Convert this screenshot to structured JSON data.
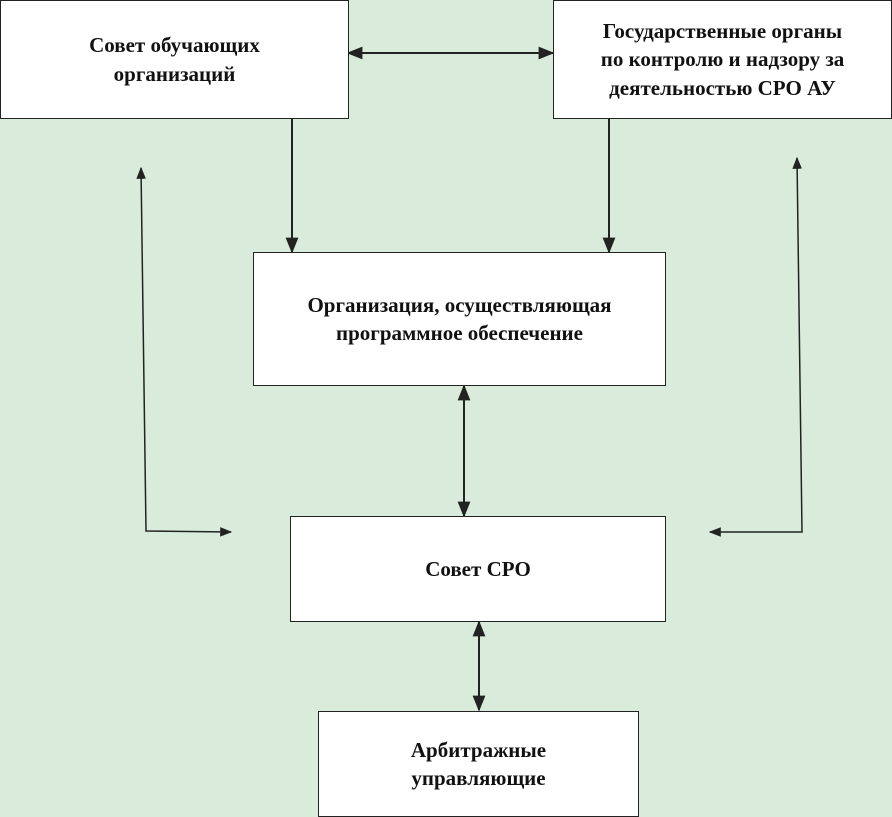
{
  "colors": {
    "background": "#d9ecdc",
    "box_fill": "#ffffff",
    "stroke": "#222222"
  },
  "nodes": {
    "training_council": {
      "lines": [
        "Совет обучающих",
        "организаций"
      ]
    },
    "state_bodies": {
      "lines": [
        "Государственные органы",
        "по контролю и надзору за",
        "деятельностью СРО АУ"
      ]
    },
    "software_org": {
      "lines": [
        "Организация, осуществляющая",
        "программное обеспечение"
      ]
    },
    "sro_council": {
      "lines": [
        "Совет СРО"
      ]
    },
    "arbitration_managers": {
      "lines": [
        "Арбитражные",
        "управляющие"
      ]
    }
  }
}
